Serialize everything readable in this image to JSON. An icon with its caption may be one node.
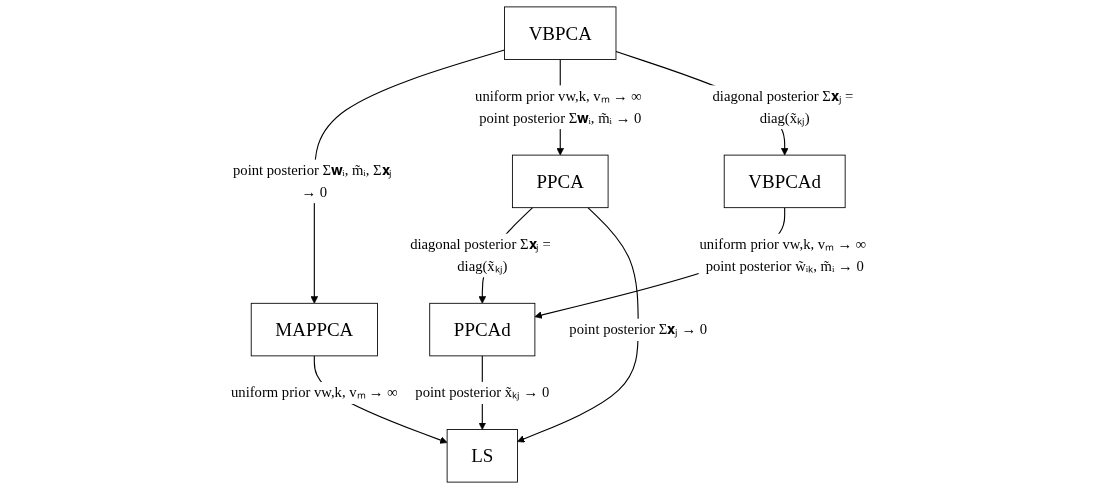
{
  "diagram": {
    "nodes": [
      {
        "text": [
          "VBPCA"
        ]
      },
      {
        "text": [
          "VBPCAd"
        ]
      },
      {
        "text": [
          "PPCA"
        ]
      },
      {
        "text": [
          "MAPPCA"
        ]
      },
      {
        "text": [
          "PPCAd"
        ]
      },
      {
        "text": [
          "LS"
        ]
      }
    ],
    "edges": [
      {
        "from": 0,
        "to": 3,
        "arrow": "to",
        "label": "point posterior Σ𝐰ᵢ, m̃ᵢ, Σ𝐱ⱼ → 0"
      },
      {
        "from": 0,
        "to": 2,
        "arrow": "to",
        "label": "uniform prior vw,k, vₘ → ∞ point posterior Σ𝐰ᵢ, m̃ᵢ → 0"
      },
      {
        "from": 0,
        "to": 1,
        "arrow": "to",
        "label": "diagonal posterior Σ𝐱ⱼ = diag(x̃ₖⱼ)"
      },
      {
        "from": 1,
        "to": 4,
        "arrow": "to",
        "label": "uniform prior vw,k, vₘ → ∞ point posterior w̃ᵢₖ, m̃ᵢ → 0"
      },
      {
        "from": 2,
        "to": 4,
        "arrow": "to",
        "label": "diagonal posterior Σ𝐱ⱼ = diag(x̃ₖⱼ)"
      },
      {
        "from": 2,
        "to": 5,
        "arrow": "to",
        "label": "point posterior Σ𝐱ⱼ → 0"
      },
      {
        "from": 3,
        "to": 5,
        "arrow": "to",
        "label": "uniform prior vw,k, vₘ → ∞"
      },
      {
        "from": 4,
        "to": 5,
        "arrow": "to",
        "label": "point posterior x̃ₖⱼ → 0"
      }
    ]
  }
}
